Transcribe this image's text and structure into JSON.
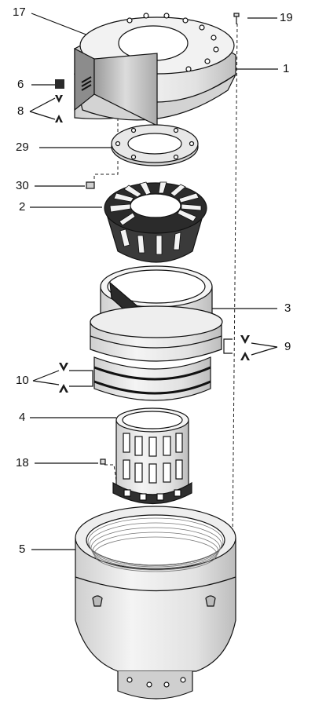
{
  "callouts": {
    "c1": "1",
    "c2": "2",
    "c3": "3",
    "c4": "4",
    "c5": "5",
    "c6": "6",
    "c8": "8",
    "c9": "9",
    "c10": "10",
    "c17": "17",
    "c18": "18",
    "c19": "19",
    "c29": "29",
    "c30": "30"
  },
  "colors": {
    "line": "#111111",
    "metal": "#e9e9e9",
    "shade": "#bdbdbd",
    "dark": "#2a2a2a"
  }
}
